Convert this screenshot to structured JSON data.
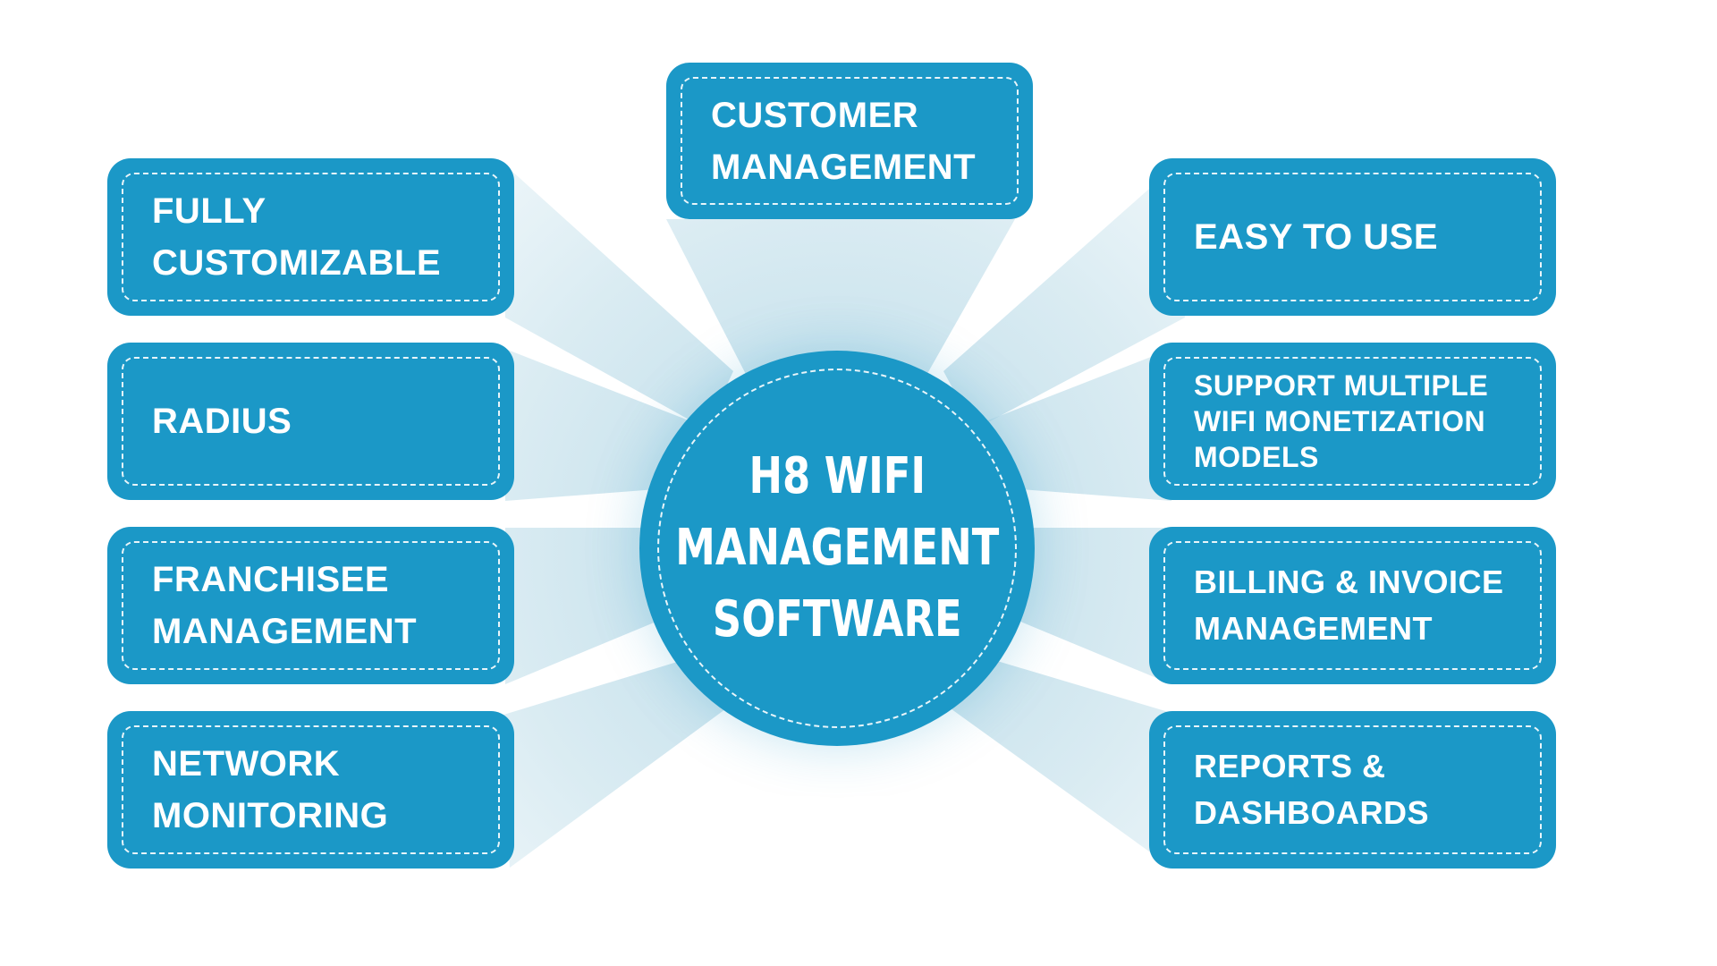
{
  "colors": {
    "box": "#1b98c7",
    "ray": "#bcdce8",
    "text": "#ffffff"
  },
  "hub": {
    "label": "H8 WIFI\nMANAGEMENT\nSOFTWARE"
  },
  "features": {
    "customer_management": "CUSTOMER\nMANAGEMENT",
    "fully_customizable": "FULLY\nCUSTOMIZABLE",
    "radius": "RADIUS",
    "franchisee_management": "FRANCHISEE\nMANAGEMENT",
    "network_monitoring": "NETWORK\nMONITORING",
    "easy_to_use": "EASY TO USE",
    "support_multiple": "SUPPORT MULTIPLE\nWIFI MONETIZATION\nMODELS",
    "billing_invoice": "BILLING & INVOICE\nMANAGEMENT",
    "reports_dashboards": "REPORTS &\nDASHBOARDS"
  }
}
